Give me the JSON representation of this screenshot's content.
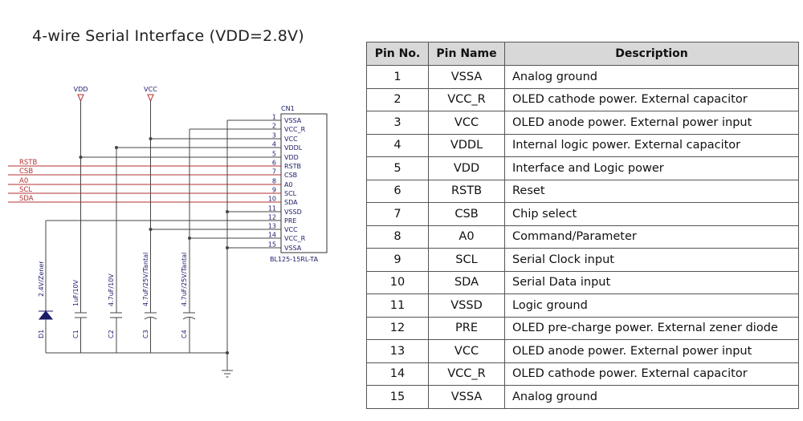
{
  "title": "4-wire Serial Interface (VDD=2.8V)",
  "table": {
    "headers": [
      "Pin No.",
      "Pin Name",
      "Description"
    ],
    "rows": [
      {
        "no": "1",
        "name": "VSSA",
        "desc": "Analog ground"
      },
      {
        "no": "2",
        "name": "VCC_R",
        "desc": "OLED cathode power. External capacitor"
      },
      {
        "no": "3",
        "name": "VCC",
        "desc": "OLED anode power. External power input"
      },
      {
        "no": "4",
        "name": "VDDL",
        "desc": "Internal logic power. External capacitor"
      },
      {
        "no": "5",
        "name": "VDD",
        "desc": "Interface and Logic power"
      },
      {
        "no": "6",
        "name": "RSTB",
        "desc": "Reset"
      },
      {
        "no": "7",
        "name": "CSB",
        "desc": "Chip select"
      },
      {
        "no": "8",
        "name": "A0",
        "desc": "Command/Parameter"
      },
      {
        "no": "9",
        "name": "SCL",
        "desc": "Serial Clock input"
      },
      {
        "no": "10",
        "name": "SDA",
        "desc": "Serial Data input"
      },
      {
        "no": "11",
        "name": "VSSD",
        "desc": "Logic ground"
      },
      {
        "no": "12",
        "name": "PRE",
        "desc": "OLED pre-charge power. External zener diode"
      },
      {
        "no": "13",
        "name": "VCC",
        "desc": "OLED anode power. External power input"
      },
      {
        "no": "14",
        "name": "VCC_R",
        "desc": "OLED cathode power. External capacitor"
      },
      {
        "no": "15",
        "name": "VSSA",
        "desc": "Analog ground"
      }
    ]
  },
  "schematic": {
    "rails": [
      "VDD",
      "VCC"
    ],
    "connector": {
      "ref": "CN1",
      "part": "BL125-15RL-TA",
      "pin_numbers": [
        "1",
        "2",
        "3",
        "4",
        "5",
        "6",
        "7",
        "8",
        "9",
        "10",
        "11",
        "12",
        "13",
        "14",
        "15"
      ],
      "pin_names": [
        "VSSA",
        "VCC_R",
        "VCC",
        "VDDL",
        "VDD",
        "RSTB",
        "CSB",
        "A0",
        "SCL",
        "SDA",
        "VSSD",
        "PRE",
        "VCC",
        "VCC_R",
        "VSSA"
      ]
    },
    "signals": [
      "RSTB",
      "CSB",
      "A0",
      "SCL",
      "SDA"
    ],
    "components": [
      {
        "ref": "D1",
        "value": "2.4V/Zener"
      },
      {
        "ref": "C1",
        "value": "1uF/10V"
      },
      {
        "ref": "C2",
        "value": "4.7uF/10V"
      },
      {
        "ref": "C3",
        "value": "4.7uF/25V/Tantal"
      },
      {
        "ref": "C4",
        "value": "4.7uF/25V/Tantal"
      }
    ],
    "colors": {
      "wire": "#444444",
      "signal": "#b03030",
      "label": "#1a1a6a"
    }
  }
}
